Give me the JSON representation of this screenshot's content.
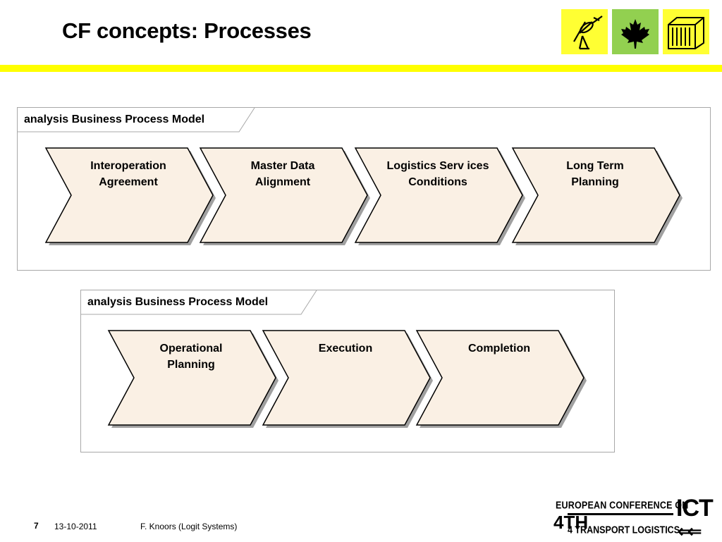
{
  "slide": {
    "title": "CF concepts: Processes"
  },
  "logos": {
    "tiles": [
      "satellite-dish-icon",
      "maple-leaf-icon",
      "shipping-container-icon"
    ],
    "colors": {
      "yellow": "#ffff33",
      "green": "#92d050",
      "bar": "#ffff00"
    }
  },
  "diagrams": [
    {
      "frame_label": "analysis Business Process Model",
      "processes": [
        {
          "label": "Interoperation\nAgreement"
        },
        {
          "label": "Master Data\nAlignment"
        },
        {
          "label": "Logistics Serv ices\nConditions"
        },
        {
          "label": "Long Term\nPlanning"
        }
      ]
    },
    {
      "frame_label": "analysis Business Process Model",
      "processes": [
        {
          "label": "Operational\nPlanning"
        },
        {
          "label": "Execution"
        },
        {
          "label": "Completion"
        }
      ]
    }
  ],
  "process_style": {
    "fill": "#faf0e4",
    "stroke": "#000000",
    "shadow": "#a0a0a0"
  },
  "footer": {
    "page_number": "7",
    "date": "13-10-2011",
    "author": "F. Knoors (Logit Systems)"
  },
  "conference_logo": {
    "top_line": "EUROPEAN CONFERENCE ON",
    "acronym": "ICT",
    "ordinal": "4TH",
    "bottom_line": "4 TRANSPORT LOGISTICS",
    "arrows": "⇐⇐"
  }
}
